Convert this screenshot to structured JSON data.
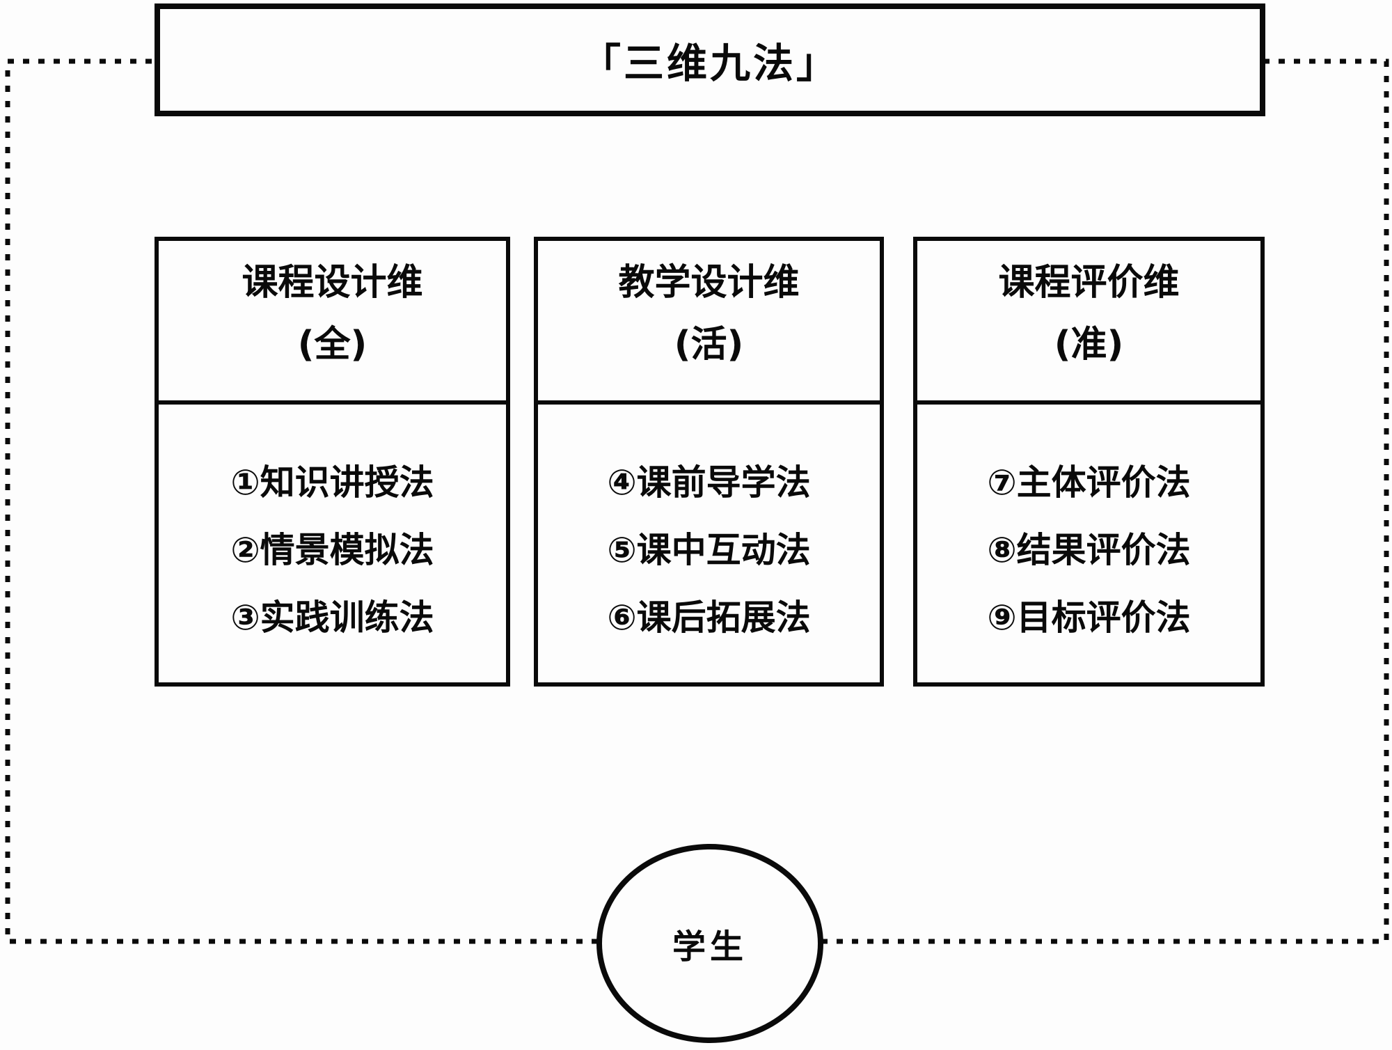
{
  "title": "「三维九法」",
  "columns": [
    {
      "title": "课程设计维",
      "subtitle": "(全)",
      "items": [
        "①知识讲授法",
        "②情景模拟法",
        "③实践训练法"
      ]
    },
    {
      "title": "教学设计维",
      "subtitle": "(活)",
      "items": [
        "④课前导学法",
        "⑤课中互动法",
        "⑥课后拓展法"
      ]
    },
    {
      "title": "课程评价维",
      "subtitle": "(准)",
      "items": [
        "⑦主体评价法",
        "⑧结果评价法",
        "⑨目标评价法"
      ]
    }
  ],
  "student": {
    "label": "学生"
  },
  "colors": {
    "ink": "#0a0a0a",
    "background": "#fdfdfd"
  }
}
